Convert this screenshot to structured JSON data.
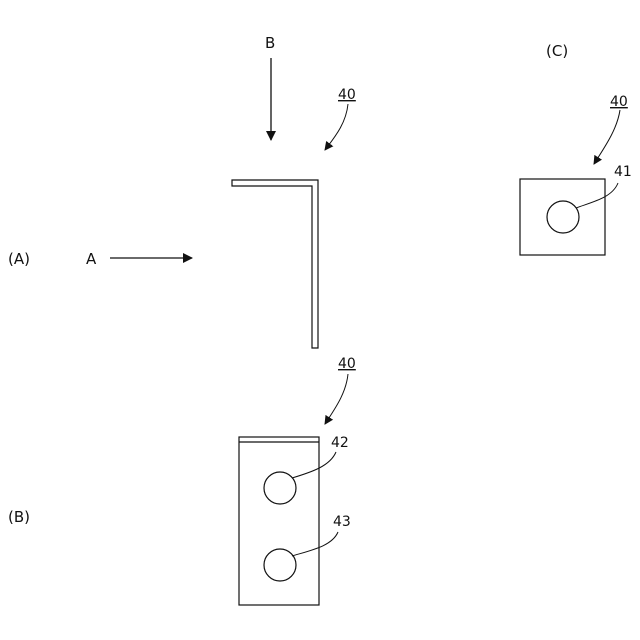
{
  "views": {
    "A": {
      "label": "(A)",
      "arrow_a_label": "A",
      "arrow_b_label": "B",
      "part_ref": "40"
    },
    "B": {
      "label": "(B)",
      "part_ref": "40",
      "hole_upper_ref": "42",
      "hole_lower_ref": "43"
    },
    "C": {
      "label": "(C)",
      "part_ref": "40",
      "hole_ref": "41"
    }
  }
}
